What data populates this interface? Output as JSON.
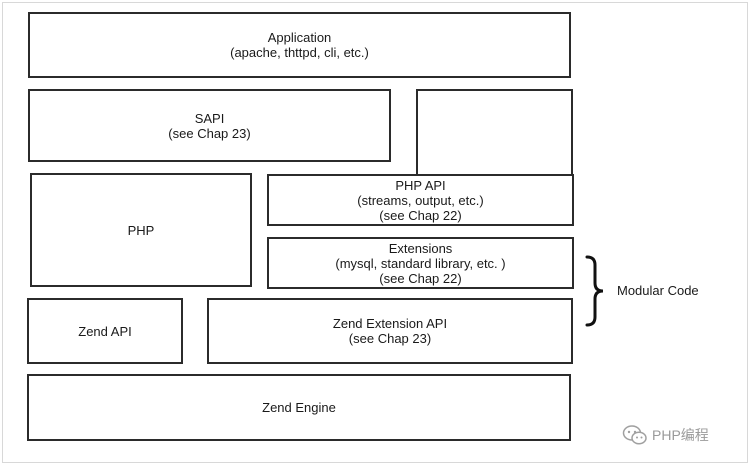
{
  "diagram": {
    "application": {
      "title": "Application",
      "subtitle": "(apache, thttpd, cli, etc.)"
    },
    "sapi": {
      "title": "SAPI",
      "subtitle": "(see Chap 23)"
    },
    "php": {
      "title": "PHP"
    },
    "php_api": {
      "title": "PHP API",
      "subtitle": "(streams, output, etc.)",
      "ref": "(see Chap 22)"
    },
    "extensions": {
      "title": "Extensions",
      "subtitle": "(mysql, standard library, etc. )",
      "ref": "(see Chap 22)"
    },
    "zend_api": {
      "title": "Zend API"
    },
    "zend_extension_api": {
      "title": "Zend Extension API",
      "subtitle": "(see Chap 23)"
    },
    "zend_engine": {
      "title": "Zend Engine"
    },
    "modular_code_label": "Modular Code"
  },
  "watermark": {
    "text": "PHP编程",
    "icon": "wechat-icon"
  },
  "colors": {
    "border": "#2b2b2b",
    "watermark": "#9a9a9a",
    "background": "#ffffff"
  }
}
